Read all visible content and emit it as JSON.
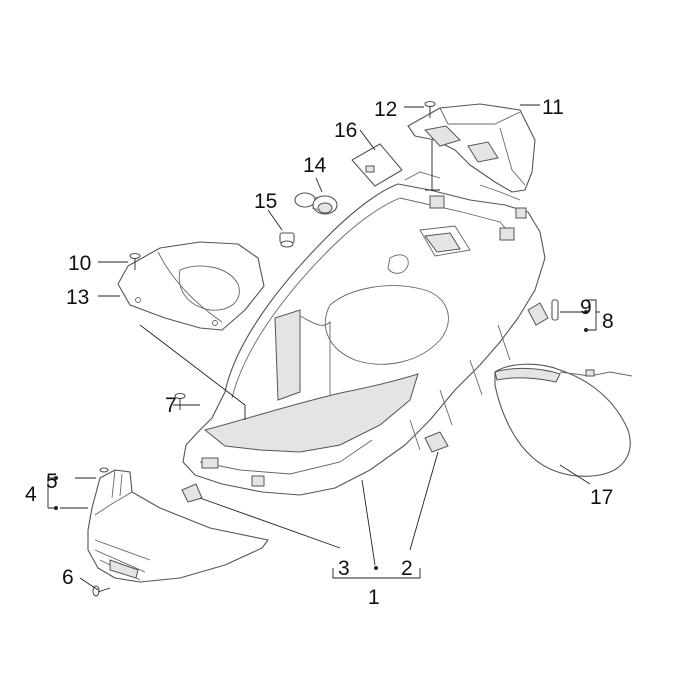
{
  "callouts": {
    "c1": "1",
    "c2": "2",
    "c3": "3",
    "c4": "4",
    "c5": "5",
    "c6": "6",
    "c7": "7",
    "c8": "8",
    "c9": "9",
    "c10": "10",
    "c11": "11",
    "c12": "12",
    "c13": "13",
    "c14": "14",
    "c15": "15",
    "c16": "16",
    "c17": "17"
  },
  "colors": {
    "line": "#555555",
    "shade": "#e4e4e4",
    "text": "#111111"
  }
}
